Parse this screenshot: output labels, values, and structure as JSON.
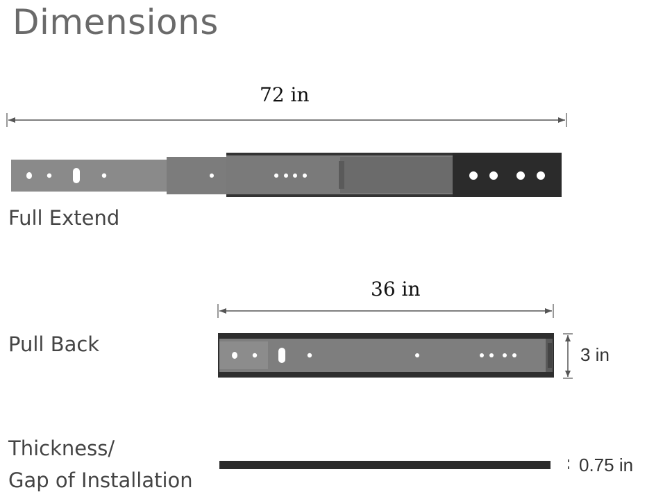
{
  "title": "Dimensions",
  "full_extend": {
    "dimension": "72 in",
    "label": "Full Extend"
  },
  "pull_back": {
    "dimension": "36 in",
    "label": "Pull Back",
    "height": "3 in"
  },
  "thickness": {
    "label_line1": "Thickness/",
    "label_line2": "Gap of Installation",
    "value": "0.75 in"
  },
  "colors": {
    "light_gray": "#8a8a8a",
    "mid_gray": "#6e6e6e",
    "dark": "#2b2b2b",
    "title_gray": "#6a6a6a"
  }
}
